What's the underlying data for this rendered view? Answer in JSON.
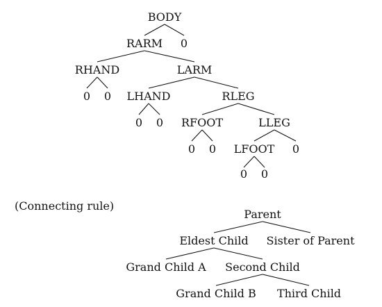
{
  "body_tree": {
    "root": "BODY",
    "level1": {
      "node": "RARM",
      "sibling": "0"
    },
    "level2": {
      "node": "RHAND",
      "sibling": "LARM",
      "rhand_children": [
        "0",
        "0"
      ]
    },
    "level3": {
      "node": "LHAND",
      "sibling": "RLEG",
      "lhand_children": [
        "0",
        "0"
      ]
    },
    "level4": {
      "node": "RFOOT",
      "sibling": "LLEG",
      "rfoot_children": [
        "0",
        "0"
      ]
    },
    "level5": {
      "node": "LFOOT",
      "sibling": "0",
      "lfoot_children": [
        "0",
        "0"
      ]
    }
  },
  "connecting_rule": {
    "caption": "(Connecting rule)",
    "parent": "Parent",
    "eldest_child": "Eldest Child",
    "sister_of_parent": "Sister of Parent",
    "grand_child_a": "Grand Child A",
    "second_child": "Second Child",
    "grand_child_b": "Grand Child B",
    "third_child": "Third Child"
  }
}
